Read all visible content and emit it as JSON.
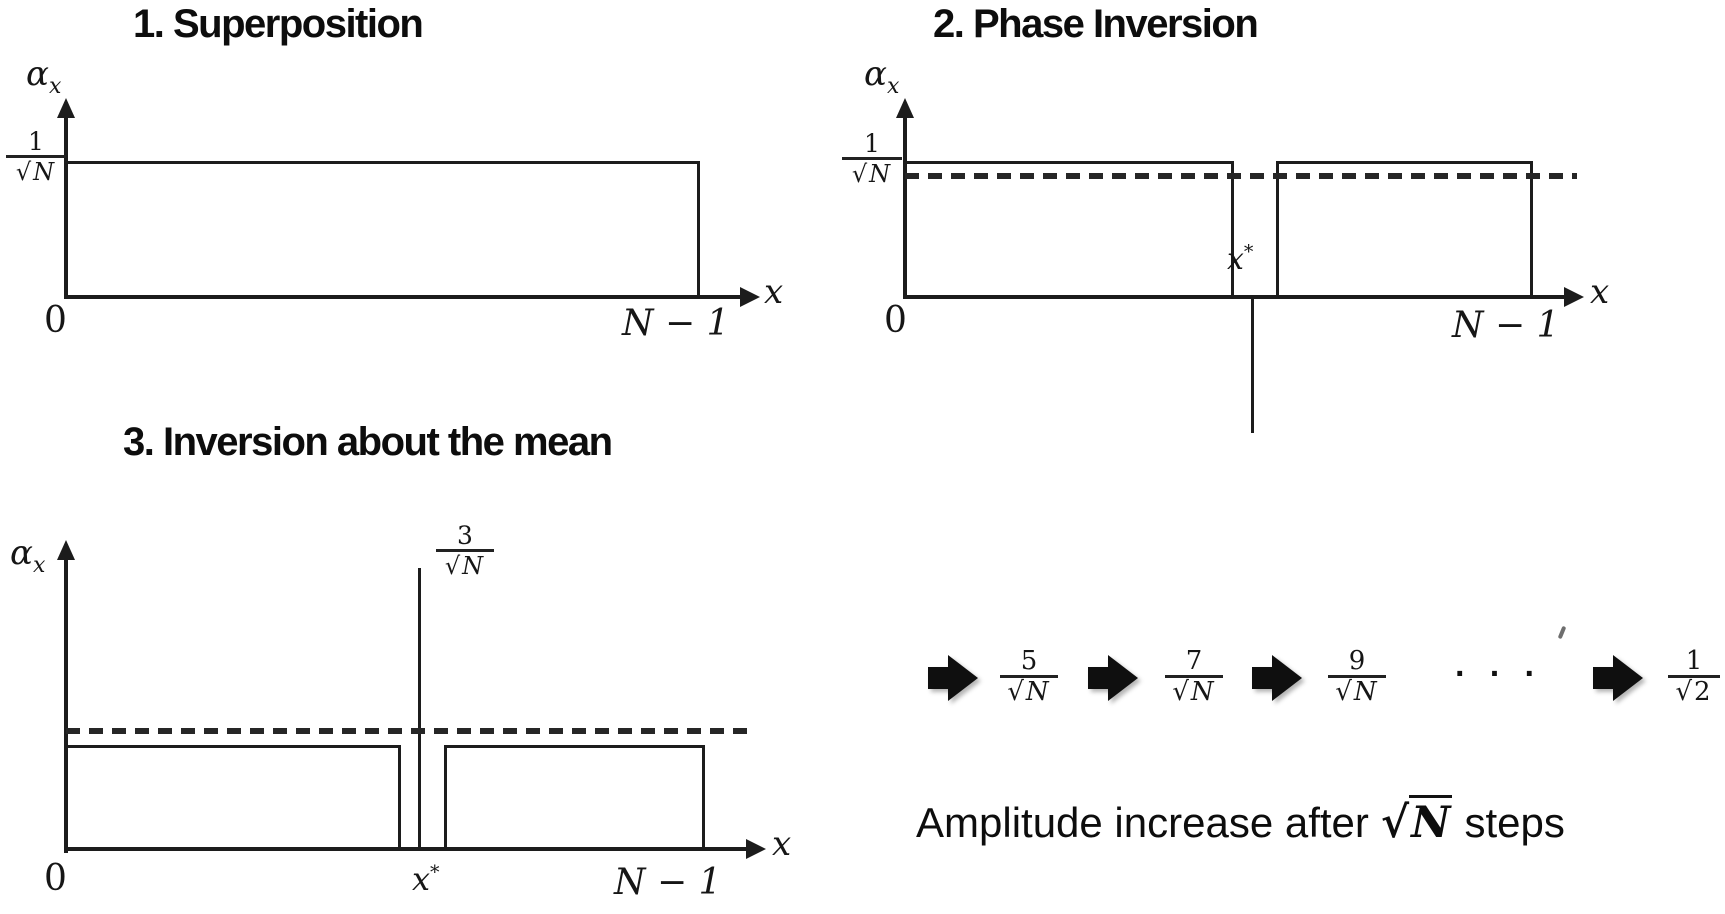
{
  "panels": {
    "superposition": {
      "title": "1. Superposition",
      "y_axis": {
        "alpha": "α",
        "sub": "x"
      },
      "x_axis_label": "x",
      "amplitude_tick": {
        "num": "1",
        "radical": "√",
        "radicand": "N"
      },
      "origin_label": "0",
      "end_label": "N − 1"
    },
    "phase_inversion": {
      "title": "2. Phase Inversion",
      "y_axis": {
        "alpha": "α",
        "sub": "x"
      },
      "x_axis_label": "x",
      "amplitude_tick": {
        "num": "1",
        "radical": "√",
        "radicand": "N"
      },
      "origin_label": "0",
      "end_label": "N − 1",
      "marked_state": {
        "base": "x",
        "sup": "*"
      }
    },
    "inversion_about_mean": {
      "title": "3. Inversion about the mean",
      "y_axis": {
        "alpha": "α",
        "sub": "x"
      },
      "x_axis_label": "x",
      "peak_tick": {
        "num": "3",
        "radical": "√",
        "radicand": "N"
      },
      "origin_label": "0",
      "end_label": "N − 1",
      "marked_state": {
        "base": "x",
        "sup": "*"
      }
    },
    "progression": {
      "steps": [
        {
          "num": "5",
          "radical": "√",
          "radicand": "N"
        },
        {
          "num": "7",
          "radical": "√",
          "radicand": "N"
        },
        {
          "num": "9",
          "radical": "√",
          "radicand": "N"
        },
        {
          "num": "1",
          "radical": "√",
          "radicand": "2"
        }
      ],
      "ellipsis": "· · ·",
      "caption": {
        "prefix": "Amplitude increase after",
        "radical": "√",
        "radicand": "N",
        "suffix": "steps"
      }
    }
  }
}
